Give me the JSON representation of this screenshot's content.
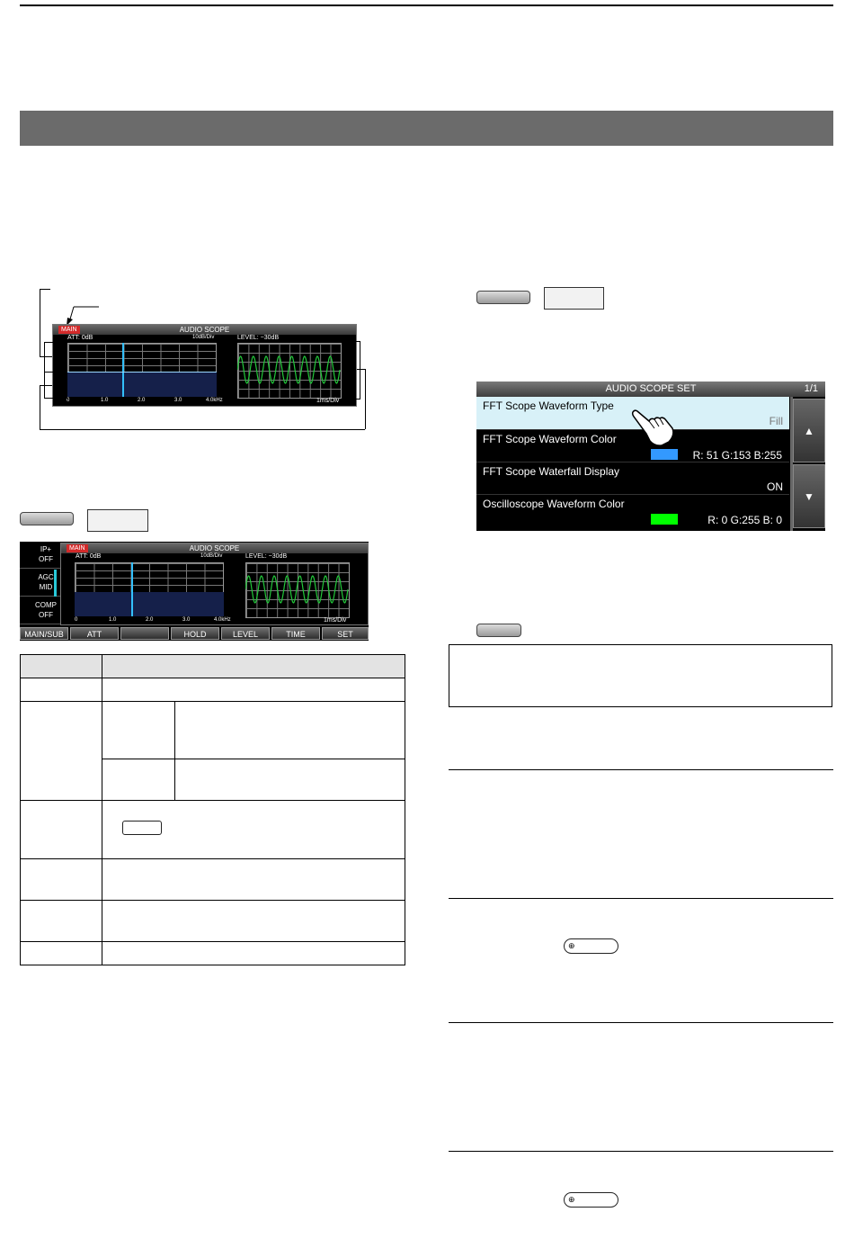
{
  "colors": {
    "section_bar": "#6b6b6b",
    "main_tag": "#d32a2a",
    "fft_trace": "#33c0ff",
    "osc_trace": "#22c83a",
    "selected_row": "#d8f1f8",
    "fft_swatch": "#3399ff",
    "osc_swatch": "#00ff00"
  },
  "callout_scope": {
    "main_tag": "MAIN",
    "title": "AUDIO SCOPE",
    "att": "ATT:   0dB",
    "db_div": "10dB/Div",
    "level": "LEVEL:  −30dB",
    "freq_ticks": [
      "0",
      "1.0",
      "2.0",
      "3.0",
      "4.0kHz"
    ],
    "time_div": "1ms/Div"
  },
  "full_scope": {
    "side_buttons": [
      {
        "top": "IP+",
        "bottom": "OFF"
      },
      {
        "top": "AGC",
        "bottom": "MID"
      },
      {
        "top": "COMP",
        "bottom": "OFF"
      }
    ],
    "main_tag": "MAIN",
    "title": "AUDIO SCOPE",
    "att": "ATT:   0dB",
    "db_div": "10dB/Div",
    "level": "LEVEL:  −30dB",
    "freq_ticks": [
      "0",
      "1.0",
      "2.0",
      "3.0",
      "4.0kHz"
    ],
    "time_div": "1ms/Div",
    "bottom_buttons": [
      "MAIN/SUB",
      "ATT",
      "",
      "HOLD",
      "LEVEL",
      "TIME",
      "SET"
    ]
  },
  "scope_set": {
    "title": "AUDIO SCOPE SET",
    "page": "1/1",
    "up_arrow": "▲",
    "down_arrow": "▼",
    "items": [
      {
        "name": "FFT Scope Waveform Type",
        "value": "Fill"
      },
      {
        "name": "FFT Scope Waveform Color",
        "value": "R:  51  G:153  B:255"
      },
      {
        "name": "FFT Scope Waterfall Display",
        "value": "ON"
      },
      {
        "name": "Oscilloscope Waveform Color",
        "value": "R:    0  G:255  B:   0"
      }
    ]
  }
}
